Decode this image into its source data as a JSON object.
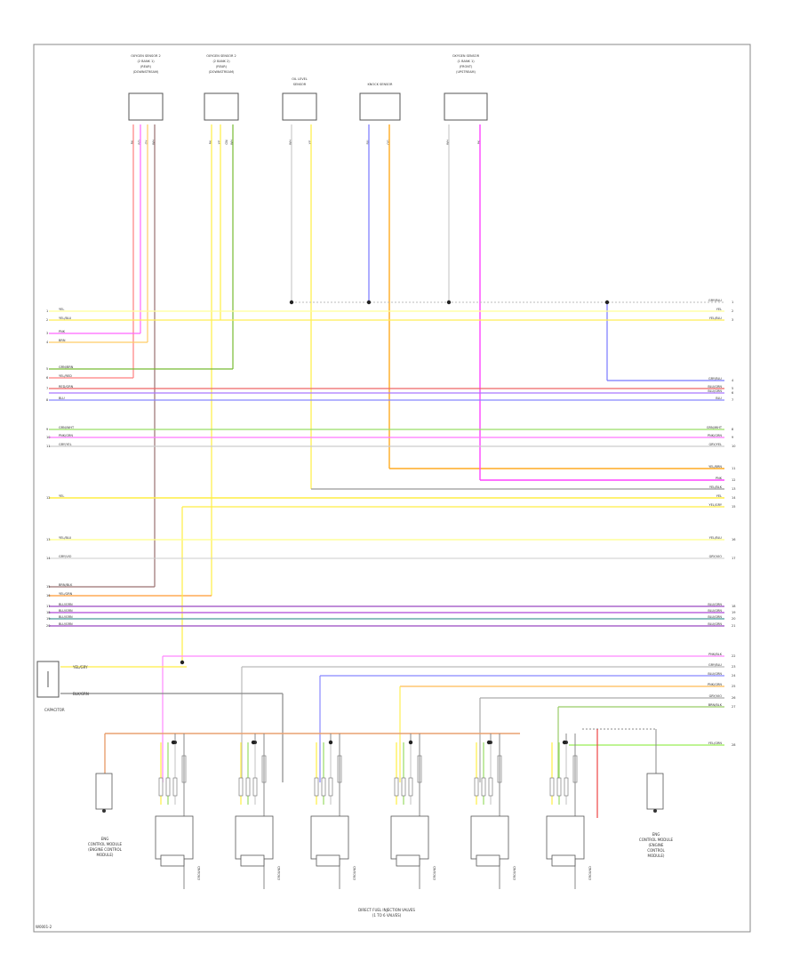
{
  "diagram": {
    "top_components": [
      {
        "id": "c1",
        "label_lines": [
          "OXYGEN SENSOR 2",
          "(2 BANK 1)",
          "(REAR)",
          "(DOWNSTREAM)"
        ],
        "pin_labels": [
          "BK",
          "RD",
          "GY",
          "WH"
        ]
      },
      {
        "id": "c2",
        "label_lines": [
          "OXYGEN SENSOR 2",
          "(2 BANK 2)",
          "(REAR)",
          "(DOWNSTREAM)"
        ],
        "pin_labels": [
          "BK",
          "YE",
          "GN",
          "WH"
        ]
      },
      {
        "id": "c3",
        "label_lines": [
          "OIL LEVEL",
          "SENSOR"
        ],
        "pin_labels": [
          "WH",
          "YE"
        ]
      },
      {
        "id": "c4",
        "label_lines": [
          "KNOCK SENSOR"
        ],
        "pin_labels": [
          "BU",
          "OG"
        ]
      },
      {
        "id": "c5",
        "label_lines": [
          "OXYGEN SENSOR",
          "(1 BANK 1)",
          "(FRONT)",
          "(UPSTREAM)"
        ],
        "pin_labels": [
          "WH",
          "PK"
        ]
      }
    ],
    "left_wire_labels": [
      "YEL",
      "YEL/BLU",
      "PNK",
      "BRN",
      "GRN/BRN",
      "YEL/RED",
      "RED/GRN",
      "BLU",
      "GRN/WHT",
      "PNK/GRN",
      "GRY/YEL",
      "YEL",
      "YEL/BLU",
      "GRY/VIO",
      "BRN/BLK",
      "YEL/GRN",
      "BLU/GRN",
      "BLU/GRN",
      "BLU/GRN",
      "BLU/GRN"
    ],
    "right_wire_labels": [
      "GRY/BLU",
      "YEL",
      "YEL/BLU",
      "GRY/BLU",
      "BLU/GRN",
      "BLU/GRN",
      "BLU",
      "GRN/WHT",
      "PNK/GRN",
      "GRY/YEL",
      "YEL/BRN",
      "PNK",
      "YEL/BLK",
      "YEL",
      "YEL/GRY",
      "YEL/BLU",
      "GRY/VIO",
      "BLU/GRN",
      "BLU/GRN",
      "BLU/GRN",
      "BLU/GRN",
      "PNK/BLK",
      "GRY/BLU",
      "BLU/GRN",
      "PNK/GRN",
      "GRY/VIO",
      "BRN/BLK",
      "YEL/GRN"
    ],
    "capacitor_label": "CAPACITOR",
    "capacitor_wires": [
      "YEL/GRY",
      "BLK/GRN"
    ],
    "left_bottom_label": [
      "ENG",
      "CONTROL MODULE",
      "(ENGINE CONTROL",
      "MODULE)"
    ],
    "right_bottom_label": [
      "ENG",
      "CONTROL MODULE",
      "(ENGINE",
      "CONTROL",
      "MODULE)"
    ],
    "bottom_title": [
      "DIRECT FUEL INJECTION VALVES",
      "(1 TO 6 VALVES)"
    ],
    "ground_label": "GROUND",
    "footer": "W0001-2"
  }
}
